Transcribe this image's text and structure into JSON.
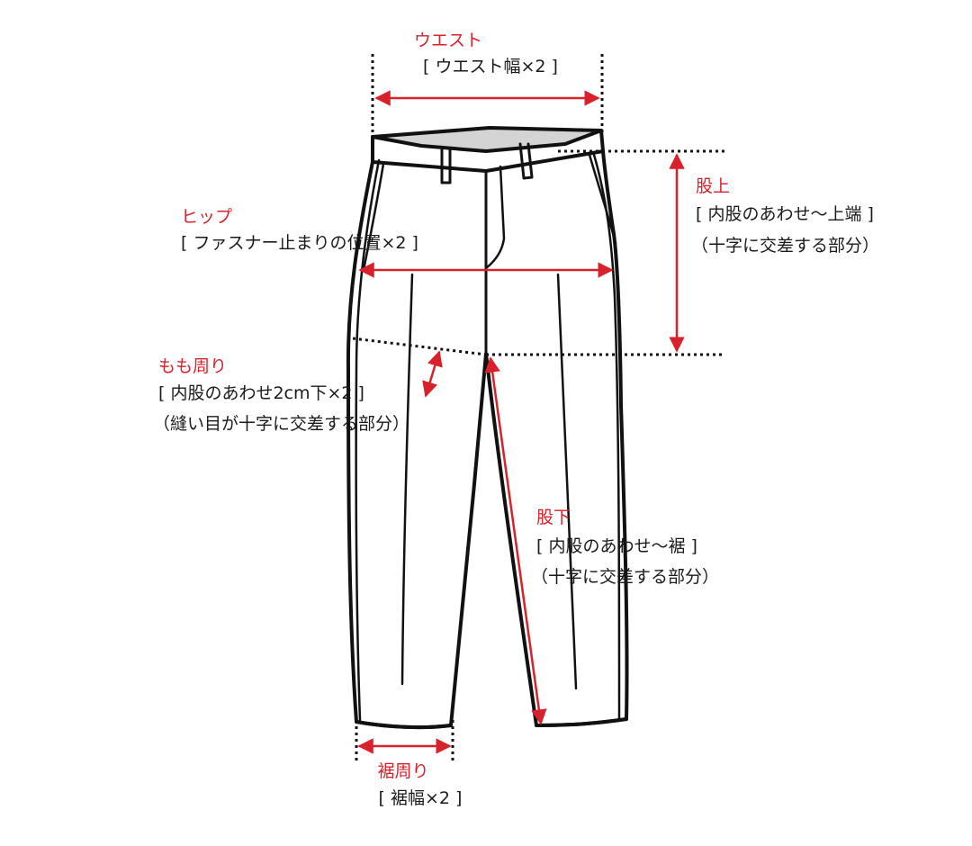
{
  "colors": {
    "accent": "#d9212b",
    "line": "#111111",
    "waistband_fill": "#d4d4d4"
  },
  "labels": {
    "waist": {
      "title": "ウエスト",
      "note": "[ ウエスト幅×2 ]"
    },
    "rise": {
      "title": "股上",
      "note": "[ 内股のあわせ〜上端 ]",
      "sub": "（十字に交差する部分）"
    },
    "hip": {
      "title": "ヒップ",
      "note": "[ ファスナー止まりの位置×2 ]"
    },
    "thigh": {
      "title": "もも周り",
      "note": "[ 内股のあわせ2cm下×2 ]",
      "sub": "（縫い目が十字に交差する部分）"
    },
    "inseam": {
      "title": "股下",
      "note": "[ 内股のあわせ〜裾 ]",
      "sub": "（十字に交差する部分）"
    },
    "hem": {
      "title": "裾周り",
      "note": "[ 裾幅×2 ]"
    }
  }
}
